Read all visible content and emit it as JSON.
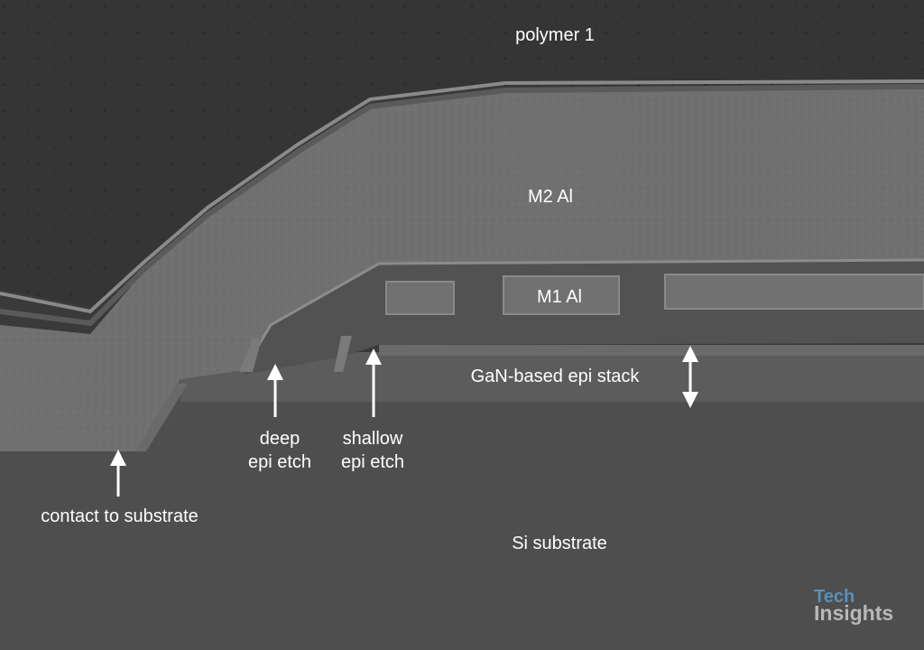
{
  "labels": {
    "polymer": "polymer 1",
    "m2": "M2 Al",
    "m1": "M1 Al",
    "epi_stack": "GaN-based epi stack",
    "deep_line1": "deep",
    "deep_line2": "epi etch",
    "shallow_line1": "shallow",
    "shallow_line2": "epi etch",
    "contact": "contact to substrate",
    "substrate": "Si substrate"
  },
  "logo": {
    "line1": "Tech",
    "line2": "Insights"
  },
  "colors": {
    "polymer": "#353535",
    "metal": "#707070",
    "substrate": "#4e4e4e",
    "epi": "#5e5e5e",
    "label": "#ffffff"
  }
}
